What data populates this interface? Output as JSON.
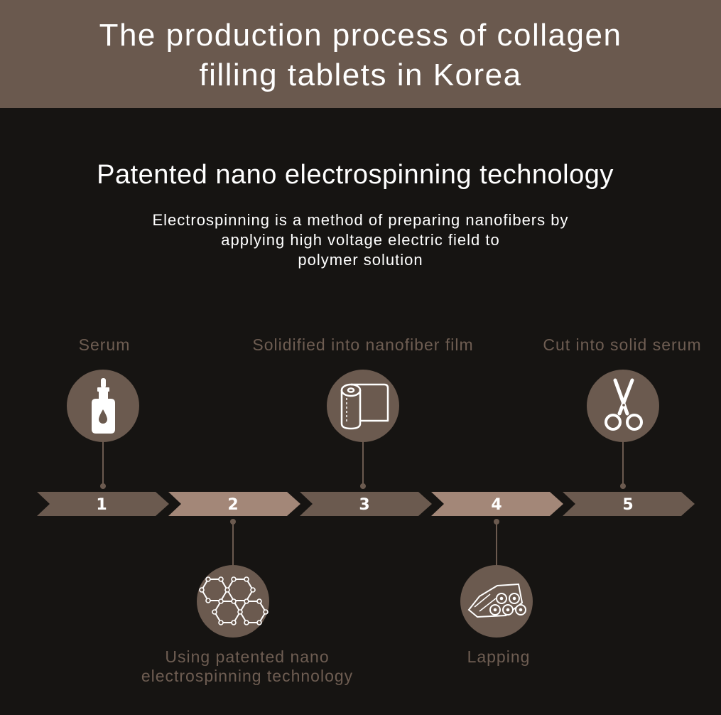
{
  "header": {
    "title": "The production process of collagen\nfilling tablets in Korea"
  },
  "section": {
    "title": "Patented nano electrospinning technology",
    "description": "Electrospinning is a method of preparing nanofibers by\napplying high voltage electric field to\npolymer solution"
  },
  "colors": {
    "header_bg": "#6a594e",
    "page_bg": "#161412",
    "arrow_dark": "#6b5a4f",
    "arrow_light": "#a38778",
    "label_text": "#6e5d52",
    "circle": "#6b5a4f"
  },
  "steps": [
    {
      "number": "1",
      "label": "Serum",
      "icon": "dropper-bottle-icon"
    },
    {
      "number": "2",
      "label": "Using patented nano\nelectrospinning technology",
      "icon": "hexagon-network-icon"
    },
    {
      "number": "3",
      "label": "Solidified into nanofiber film",
      "icon": "film-roll-icon"
    },
    {
      "number": "4",
      "label": "Lapping",
      "icon": "rolled-sheets-icon"
    },
    {
      "number": "5",
      "label": "Cut into solid serum",
      "icon": "scissors-icon"
    }
  ]
}
